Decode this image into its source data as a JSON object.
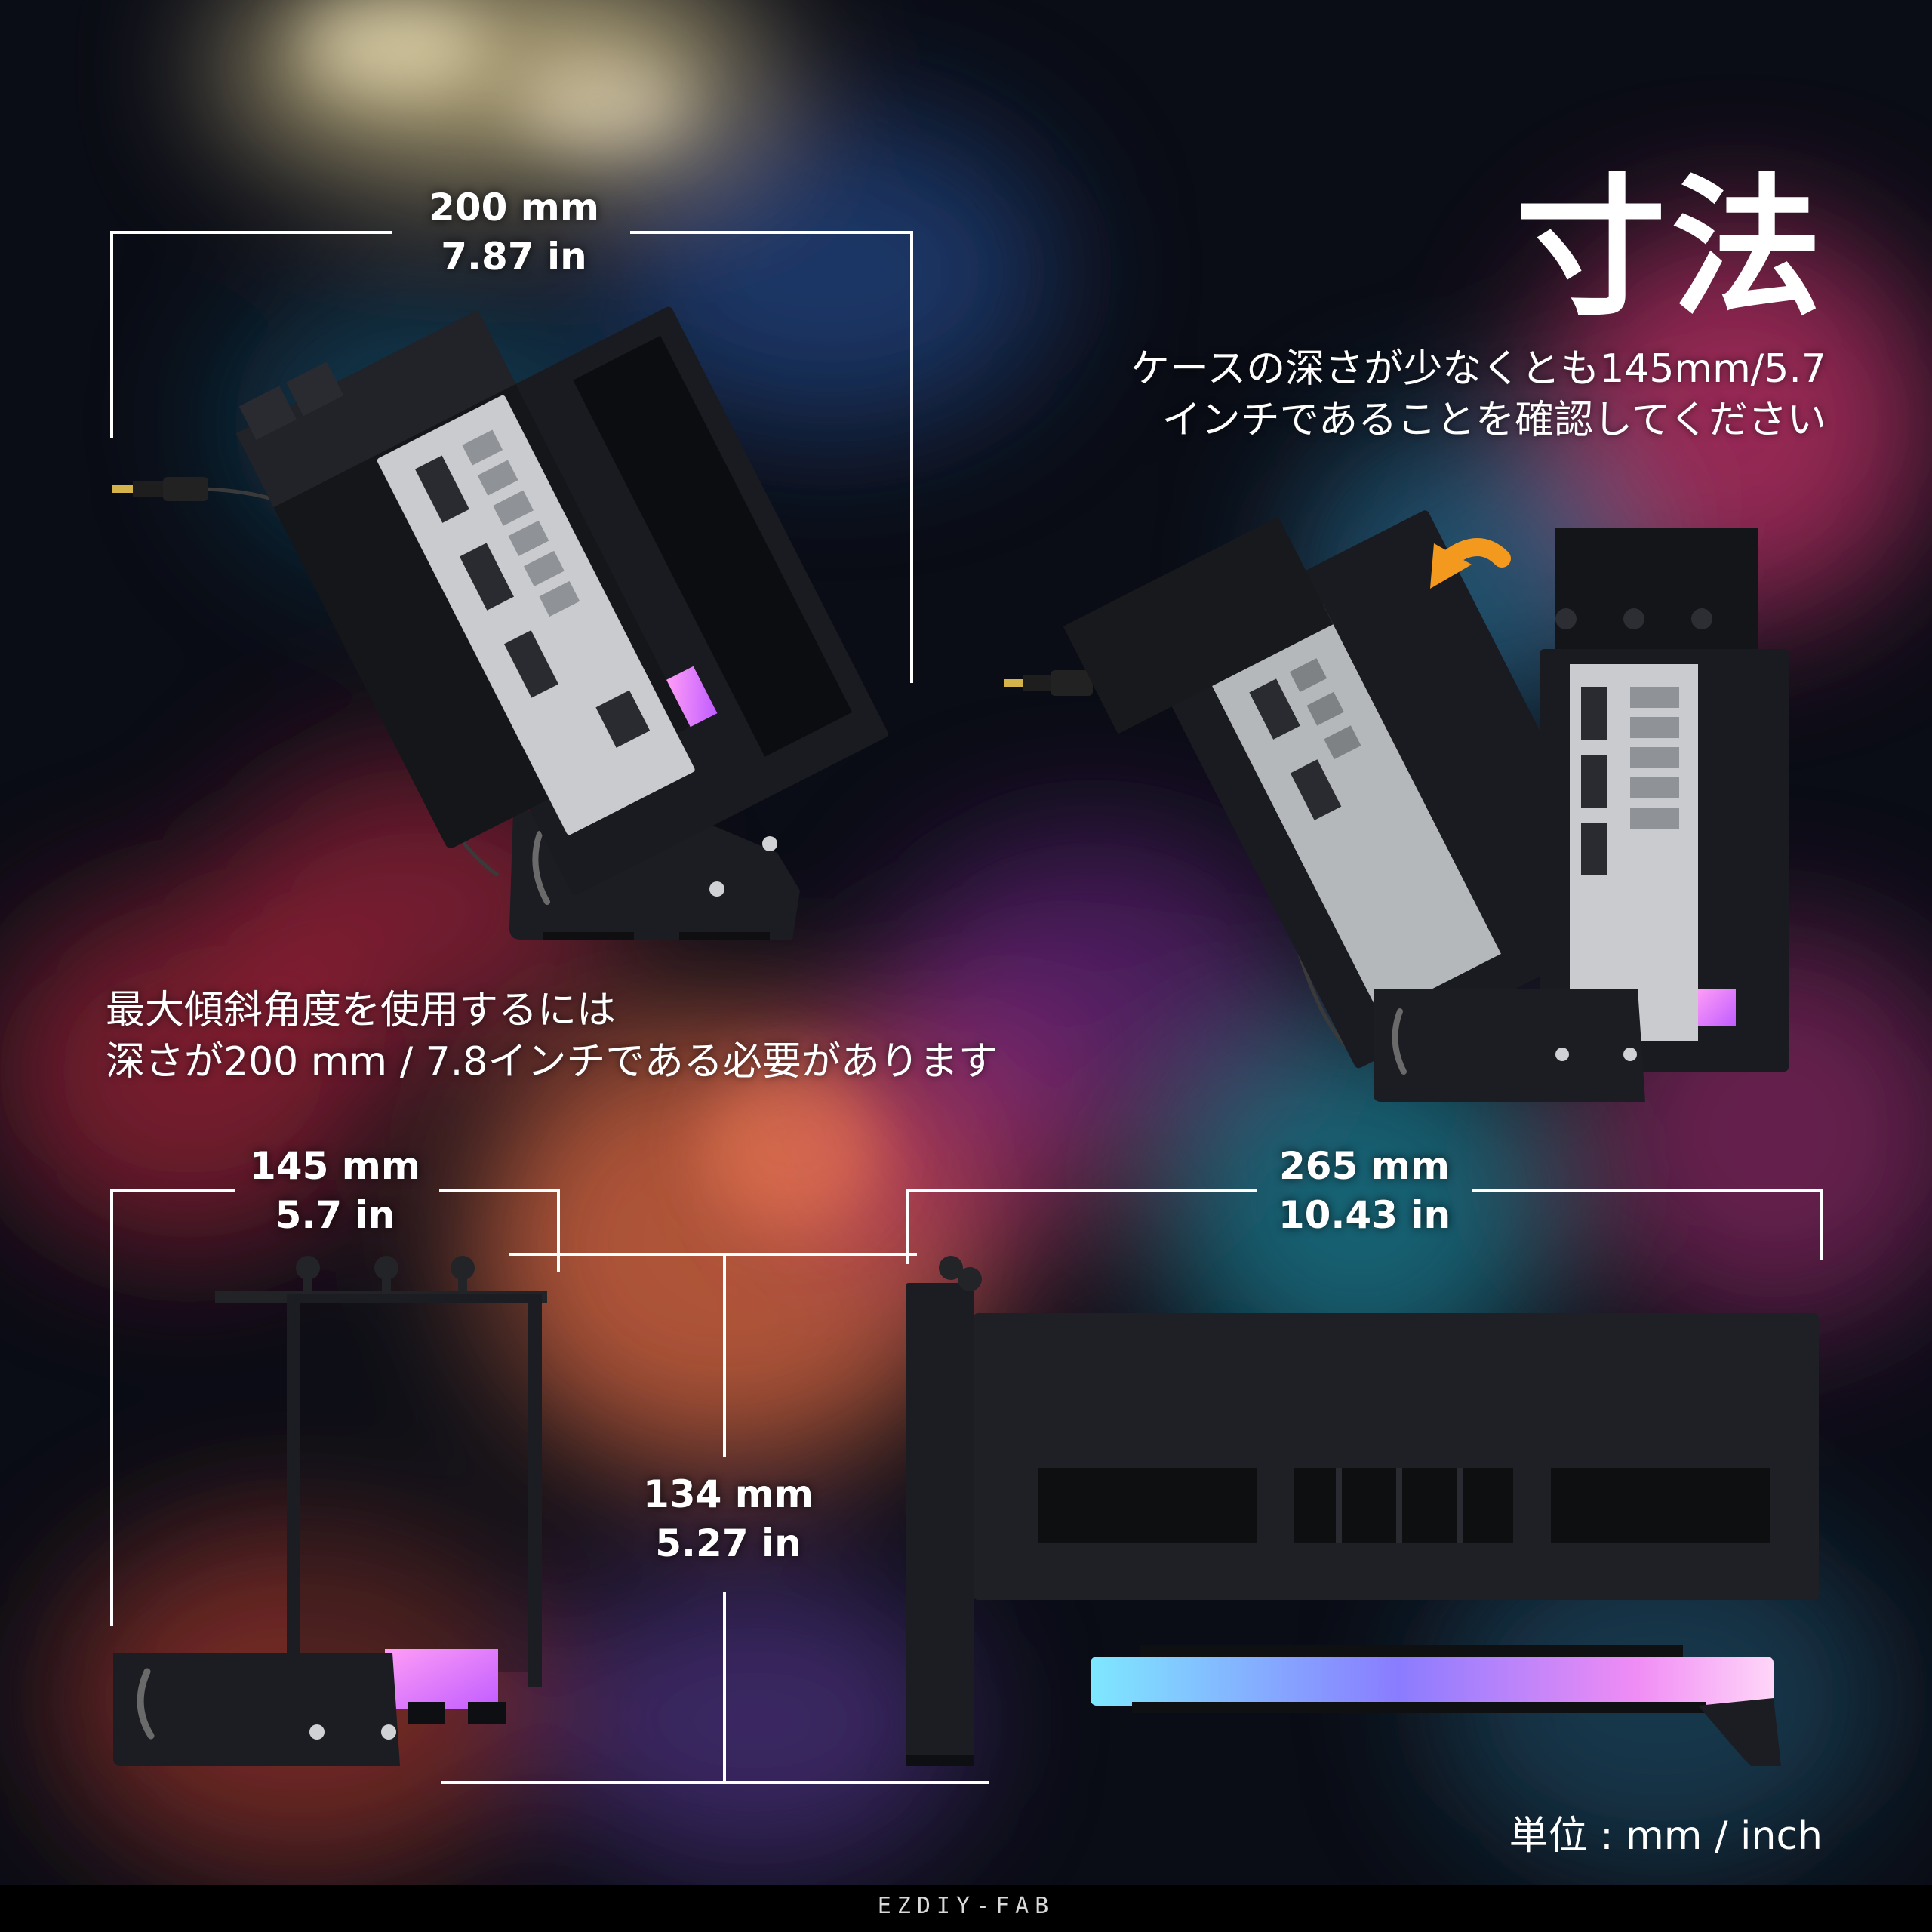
{
  "title": "寸法",
  "note_right": {
    "line1": "ケースの深さが少なくとも145mm/5.7",
    "line2": "インチであることを確認してください"
  },
  "note_left": {
    "line1": "最大傾斜角度を使用するには",
    "line2": "深さが200 mm / 7.8インチである必要があります"
  },
  "dimensions": {
    "top_width": {
      "mm": "200 mm",
      "in": "7.87 in"
    },
    "front_width": {
      "mm": "145 mm",
      "in": "5.7 in"
    },
    "height": {
      "mm": "134 mm",
      "in": "5.27 in"
    },
    "side_length": {
      "mm": "265 mm",
      "in": "10.43 in"
    }
  },
  "unit_label": "単位 : mm / inch",
  "brand": "EZDIY-FAB",
  "colors": {
    "bracket": "#1c1d22",
    "io_plate": "#c9cbce",
    "rgb_pink": "#f08cf5",
    "rgb_cyan": "#7ee8ff",
    "arrow": "#f39a1e",
    "dimension_line": "#ffffff"
  }
}
